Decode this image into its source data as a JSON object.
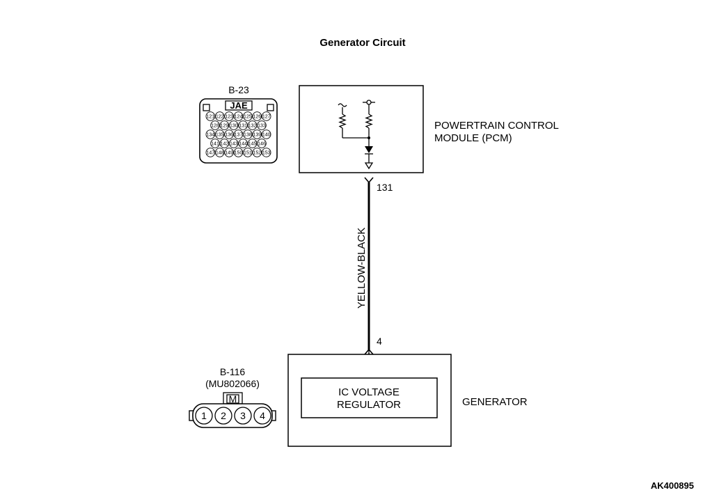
{
  "title": "Generator Circuit",
  "connectors": {
    "b23": {
      "id": "B-23",
      "maker": "JAE",
      "pin_rows": [
        [
          "121",
          "122",
          "123",
          "124",
          "125",
          "126",
          "127"
        ],
        [
          "128",
          "129",
          "130",
          "131",
          "132",
          "133"
        ],
        [
          "134",
          "135",
          "136",
          "137",
          "138",
          "139",
          "140"
        ],
        [
          "141",
          "142",
          "143",
          "144",
          "145",
          "146"
        ],
        [
          "147",
          "148",
          "149",
          "150",
          "151",
          "152",
          "153"
        ]
      ]
    },
    "b116": {
      "id": "B-116",
      "part": "(MU802066)",
      "mark": "M",
      "pins": [
        "1",
        "2",
        "3",
        "4"
      ]
    }
  },
  "pcm": {
    "label_line1": "POWERTRAIN CONTROL",
    "label_line2": "MODULE (PCM)",
    "terminal": "131"
  },
  "wire": {
    "color": "YELLOW-BLACK"
  },
  "generator": {
    "label": "GENERATOR",
    "terminal": "4",
    "regulator_line1": "IC VOLTAGE",
    "regulator_line2": "REGULATOR"
  },
  "figure_code": "AK400895"
}
